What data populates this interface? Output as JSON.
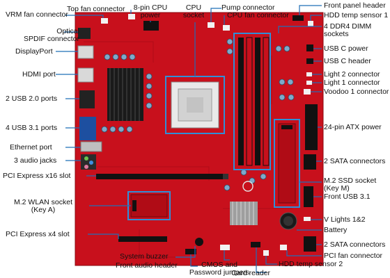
{
  "labels": {
    "vrm_fan": "VRM fan connector",
    "optical_spdif": "Optical\nSPDIF connector",
    "displayport": "DisplayPort",
    "hdmi": "HDMI port",
    "usb20": "2 USB 2.0 ports",
    "usb31_4": "4 USB 3.1 ports",
    "ethernet": "Ethernet port",
    "audio_jacks": "3 audio jacks",
    "pcie_x16": "PCI Express x16 slot",
    "m2_wlan": "M.2 WLAN socket\n(Key A)",
    "pcie_x4": "PCI Express x4 slot",
    "top_fan": "Top fan connector",
    "cpu_power": "8-pin CPU\npower",
    "cpu_socket": "CPU\nsocket",
    "pump": "Pump connector",
    "cpu_fan": "CPU fan connector",
    "front_panel": "Front panel header",
    "hdd_temp1": "HDD temp sensor 1",
    "ddr4": "4 DDR4 DIMM\nsockets",
    "usbc_power": "USB C power",
    "usbc_header": "USB C header",
    "light2": "Light 2 connector",
    "light1": "Light 1 connector",
    "voodoo": "Voodoo 1 connector",
    "atx24": "24-pin ATX power",
    "sata_top": "2 SATA connectors",
    "m2_ssd": "M.2 SSD socket\n(Key M)",
    "front_usb31": "Front USB 3.1",
    "vlights": "V Lights 1&2",
    "battery": "Battery",
    "sata_bottom": "2 SATA connectors",
    "pci_fan": "PCI fan connector",
    "hdd_temp2": "HDD temp sensor 2",
    "card_reader": "Card reader",
    "cmos": "CMOS and\nPassword jumpers",
    "front_audio": "Front audio header",
    "buzzer": "System buzzer"
  },
  "colors": {
    "board": "#c8101c",
    "board_dark": "#9c0a12",
    "highlight": "#2f8fd8",
    "leader": "#1f6fb8"
  }
}
